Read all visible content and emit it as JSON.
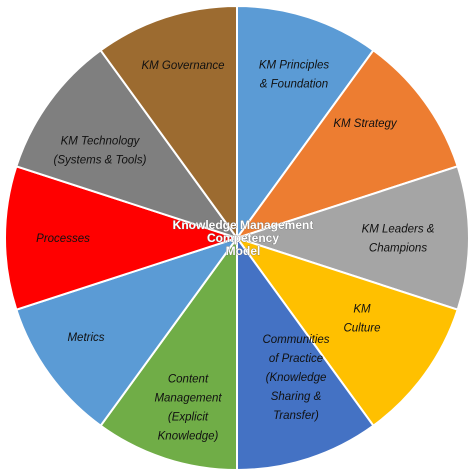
{
  "center_title_lines": [
    "Knowledge Management",
    "Competency",
    "Model"
  ],
  "segments": [
    {
      "label_lines": [
        "KM Principles",
        "& Foundation"
      ],
      "color": "#5B9BD5"
    },
    {
      "label_lines": [
        "KM Strategy"
      ],
      "color": "#ED7D31"
    },
    {
      "label_lines": [
        "KM Leaders &",
        "Champions"
      ],
      "color": "#A5A5A5"
    },
    {
      "label_lines": [
        "KM",
        "Culture"
      ],
      "color": "#FFC000"
    },
    {
      "label_lines": [
        "Communities",
        "of Practice",
        "(Knowledge",
        "Sharing &",
        "Transfer)"
      ],
      "color": "#4472C4"
    },
    {
      "label_lines": [
        "Content",
        "Management",
        "(Explicit",
        "Knowledge)"
      ],
      "color": "#70AD47"
    },
    {
      "label_lines": [
        "Metrics"
      ],
      "color": "#5B9BD5"
    },
    {
      "label_lines": [
        "Processes"
      ],
      "color": "#FF0000"
    },
    {
      "label_lines": [
        "KM Technology",
        "(Systems & Tools)"
      ],
      "color": "#7F7F7F"
    },
    {
      "label_lines": [
        "KM Governance"
      ],
      "color": "#9C6B30"
    }
  ]
}
